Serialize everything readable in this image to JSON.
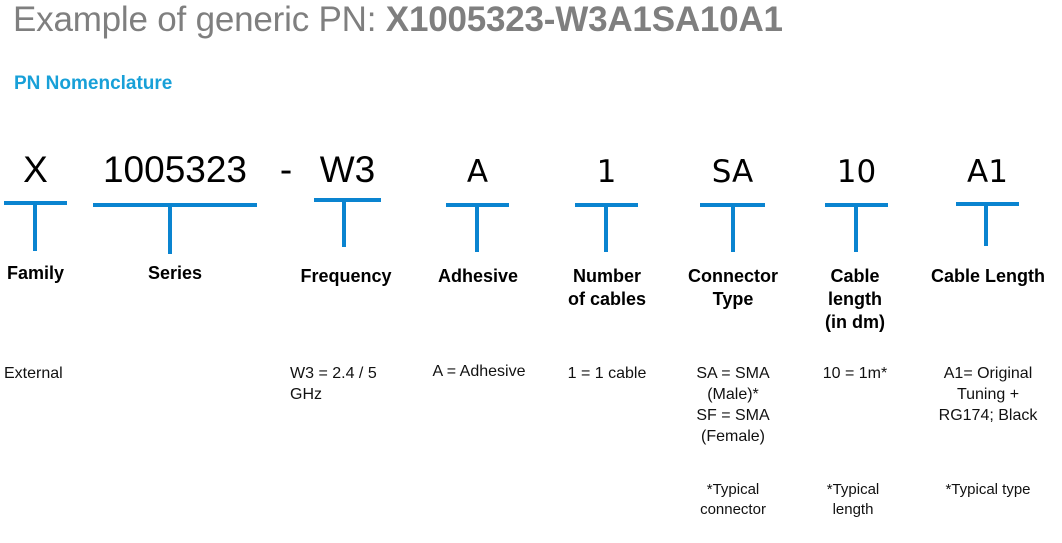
{
  "header": {
    "title_prefix": "Example of generic PN: ",
    "title_pn": "X1005323-W3A1SA10A1",
    "subtitle": "PN Nomenclature"
  },
  "separator": "-",
  "segments": [
    {
      "code": "X",
      "label": "Family",
      "desc": "External",
      "note": ""
    },
    {
      "code": "1005323",
      "label": "Series",
      "desc": "",
      "note": ""
    },
    {
      "code": "W3",
      "label": "Frequency",
      "desc_lines": [
        "W3 = 2.4 / 5",
        "GHz"
      ],
      "note": ""
    },
    {
      "code": "A",
      "label": "Adhesive",
      "desc": "A = Adhesive",
      "note": ""
    },
    {
      "code": "1",
      "label_lines": [
        "Number",
        "of cables"
      ],
      "desc": "1 = 1 cable",
      "note": ""
    },
    {
      "code": "SA",
      "label_lines": [
        "Connector",
        "Type"
      ],
      "desc_lines": [
        "SA = SMA",
        "(Male)*",
        "SF = SMA",
        "(Female)"
      ],
      "note_lines": [
        "*Typical",
        "connector"
      ]
    },
    {
      "code": "10",
      "label_lines": [
        "Cable",
        "length",
        "(in dm)"
      ],
      "desc": "10 = 1m*",
      "note_lines": [
        "*Typical",
        "length"
      ]
    },
    {
      "code": "A1",
      "label": "Cable Length",
      "desc_lines": [
        "A1= Original",
        "Tuning +",
        "RG174; Black"
      ],
      "note": "*Typical type"
    }
  ],
  "colors": {
    "title": "#7f7f7f",
    "subtitle": "#18a0d8",
    "bracket": "#0a84d0"
  }
}
